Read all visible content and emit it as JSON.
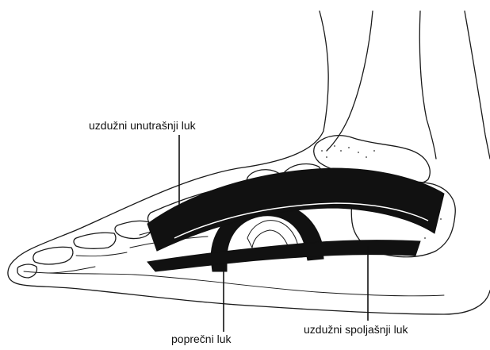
{
  "labels": {
    "medial_arch": "uzdužni unutrašnji luk",
    "transverse_arch": "poprečni luk",
    "lateral_arch": "uzdužni spoljašnji luk"
  },
  "colors": {
    "arch_fill": "#111111",
    "outline": "#1a1a1a",
    "background": "#ffffff"
  }
}
